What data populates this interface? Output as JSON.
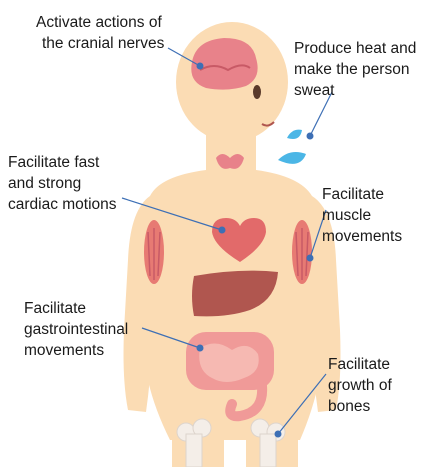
{
  "labels": {
    "cranial": [
      "Activate actions of",
      "the cranial nerves"
    ],
    "heat": [
      "Produce heat and",
      "make the person",
      "sweat"
    ],
    "cardiac": [
      "Facilitate fast",
      "and strong",
      "cardiac motions"
    ],
    "muscle": [
      "Facilitate",
      "muscle",
      "movements"
    ],
    "gastro": [
      "Facilitate",
      "gastrointestinal",
      "movements"
    ],
    "bones": [
      "Facilitate",
      "growth of",
      "bones"
    ]
  },
  "colors": {
    "skin": "#fbdcb4",
    "brain": "#e8828a",
    "brain_dark": "#c85a66",
    "heart": "#e26a6a",
    "liver": "#b0564f",
    "intestine": "#f09a98",
    "intestine_inner": "#f6b9b2",
    "muscle": "#e77a73",
    "bone": "#f4eee8",
    "sweat": "#4bb6e6",
    "thyroid": "#e8828a",
    "pointer": "#3d6fb5"
  }
}
